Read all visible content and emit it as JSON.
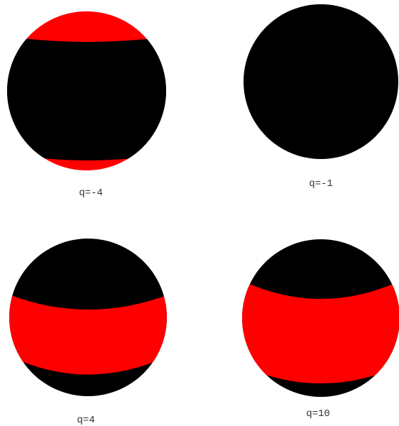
{
  "colors": {
    "background": "#ffffff",
    "sphere_base": "#000000",
    "band": "#ff0000",
    "label": "#333333"
  },
  "panels": [
    {
      "label": "q=-4"
    },
    {
      "label": "q=-1"
    },
    {
      "label": "q=4"
    },
    {
      "label": "q=10"
    }
  ]
}
